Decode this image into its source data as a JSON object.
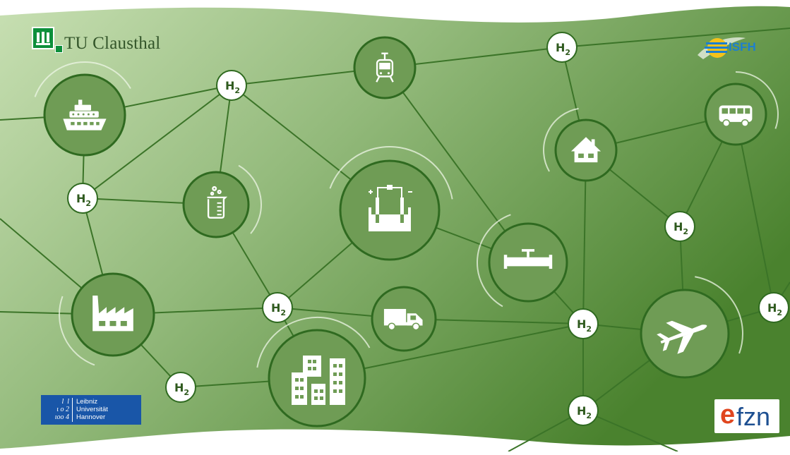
{
  "brand": {
    "tu_name": "TU Clausthal",
    "isfh_name": "ISFH",
    "luh_line1": "Leibniz",
    "luh_line2": "Universität",
    "luh_line3": "Hannover",
    "luh_mark": "l  l\nl o 2\nl o o 4",
    "efzn_e": "e",
    "efzn_rest": "fzn"
  },
  "h2_label": "H2",
  "h2_main": "H",
  "h2_sub": "2",
  "nodes": [
    {
      "id": "ship",
      "icon": "ship-icon"
    },
    {
      "id": "tram",
      "icon": "tram-icon"
    },
    {
      "id": "house",
      "icon": "house-icon"
    },
    {
      "id": "bus",
      "icon": "bus-icon"
    },
    {
      "id": "beaker",
      "icon": "beaker-icon"
    },
    {
      "id": "electrolyzer",
      "icon": "electrolyzer-icon"
    },
    {
      "id": "pipeline",
      "icon": "pipeline-icon"
    },
    {
      "id": "factory",
      "icon": "factory-icon"
    },
    {
      "id": "truck",
      "icon": "truck-icon"
    },
    {
      "id": "buildings",
      "icon": "buildings-icon"
    },
    {
      "id": "airplane",
      "icon": "airplane-icon"
    }
  ],
  "colors": {
    "background_light": "#c3dcae",
    "background_dark": "#4f8632",
    "node_fill": "#6f9c55",
    "node_stroke": "#2f6a20",
    "line": "#3b7428",
    "h2_bubble": "#ffffff",
    "h2_text": "#2f5a1e",
    "icon": "#ffffff"
  }
}
